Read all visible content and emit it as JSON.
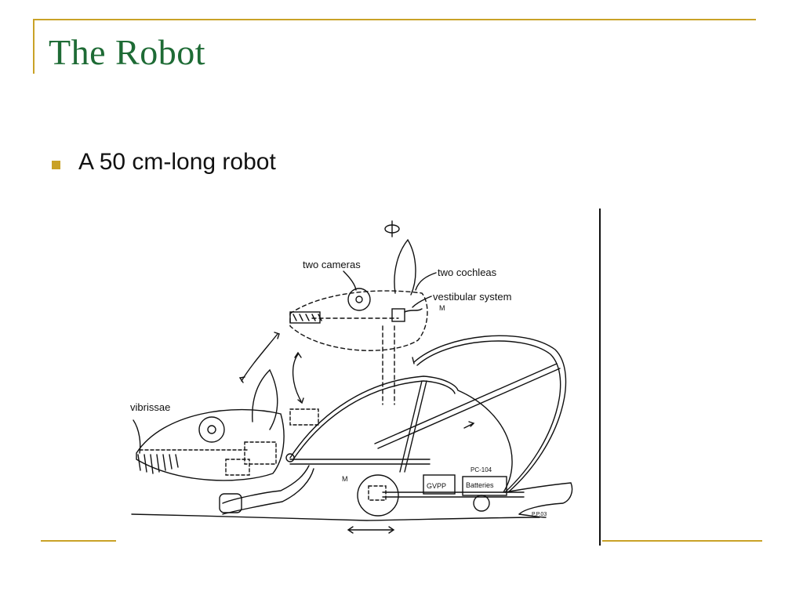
{
  "slide": {
    "title": "The Robot",
    "bullets": [
      "A 50 cm-long robot"
    ]
  },
  "figure": {
    "labels": {
      "cameras": "two cameras",
      "cochleas": "two cochleas",
      "vestibular": "vestibular system",
      "vibrissae": "vibrissae",
      "gvpp": "GVPP",
      "batteries": "Batteries",
      "pc": "PC-104",
      "motor": "M",
      "signature": "P.P.03"
    }
  },
  "colors": {
    "title": "#1e6b35",
    "accent": "#c9a227",
    "ink": "#111111"
  }
}
